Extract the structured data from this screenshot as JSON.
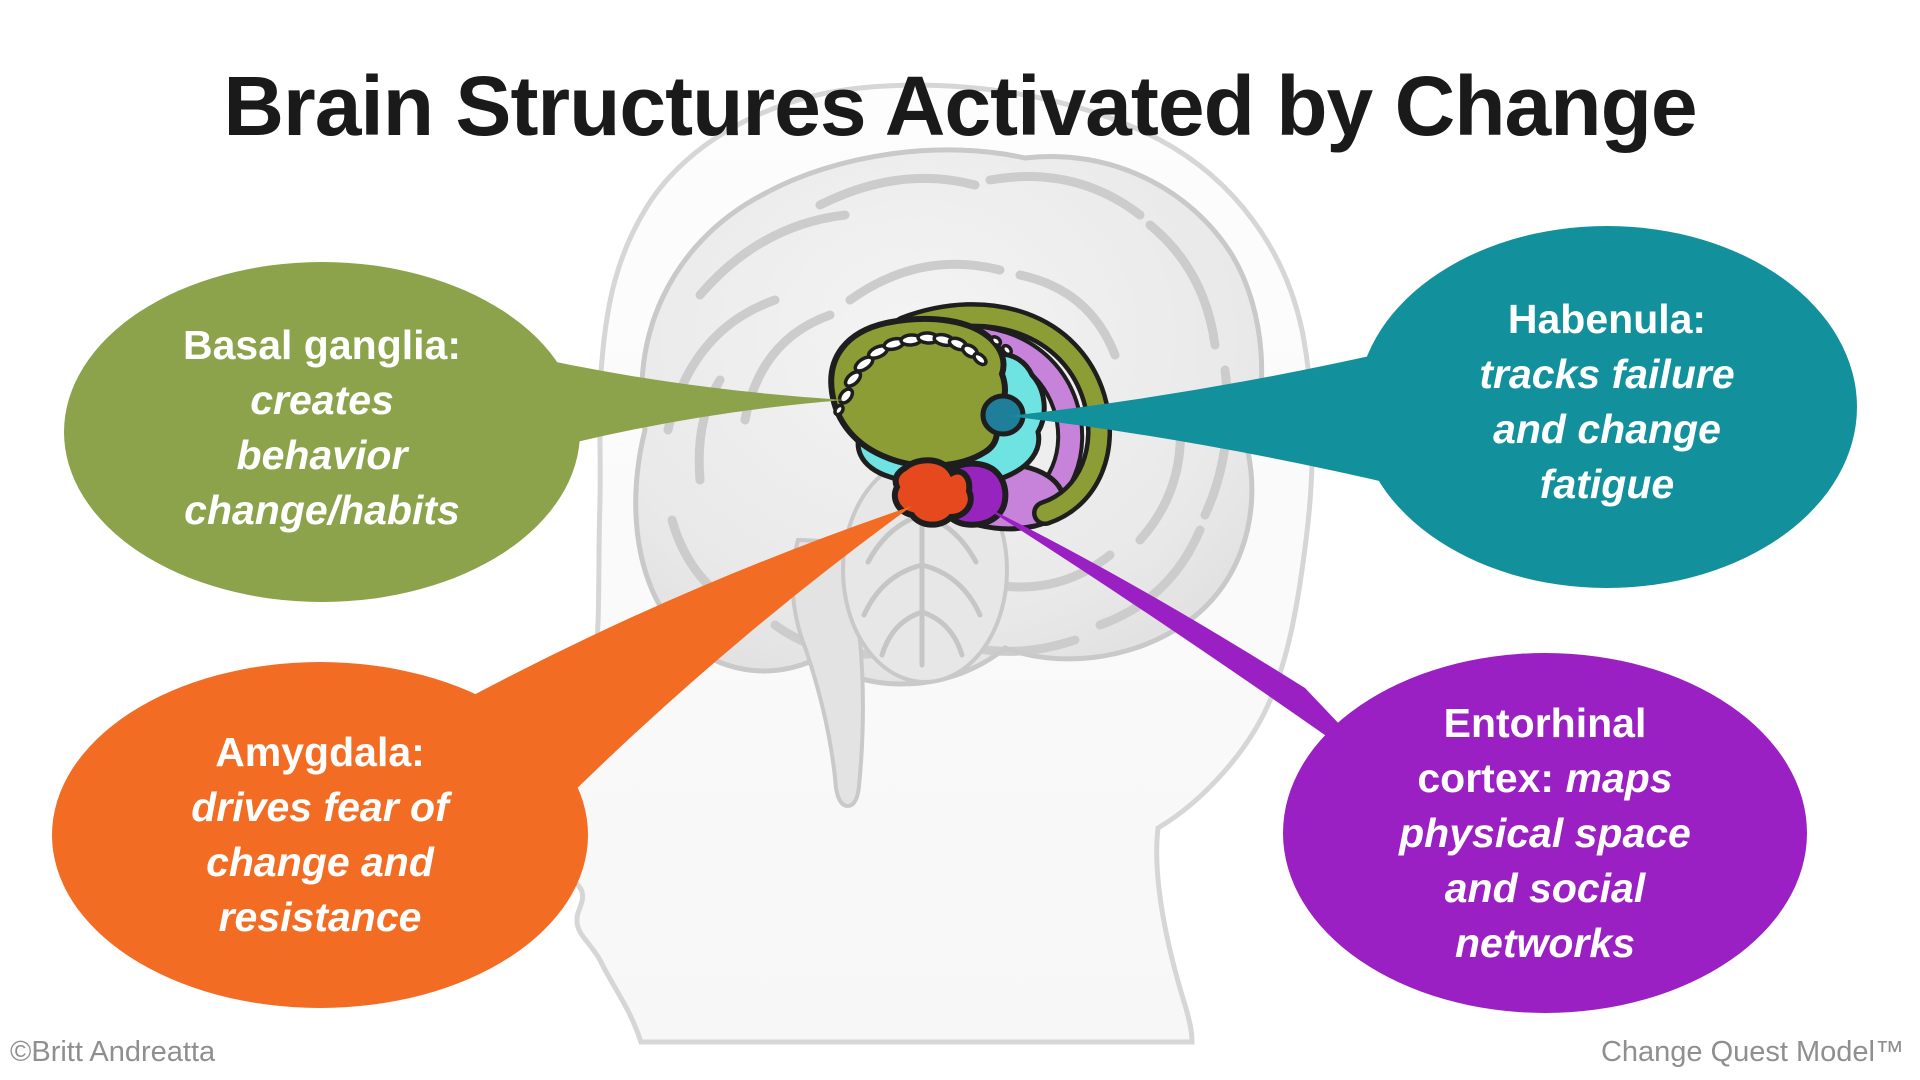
{
  "title": "Brain Structures Activated by Change",
  "credit_left": "©Britt Andreatta",
  "credit_right": "Change Quest Model™",
  "bubbles": {
    "basal_ganglia": {
      "heading": "Basal ganglia:",
      "lines": [
        "creates",
        "behavior",
        "change/habits"
      ],
      "color": "#8ca24b"
    },
    "habenula": {
      "heading": "Habenula:",
      "lines": [
        "tracks failure",
        "and change",
        "fatigue"
      ],
      "color": "#12909b"
    },
    "amygdala": {
      "heading": "Amygdala:",
      "lines": [
        "drives fear of",
        "change and",
        "resistance"
      ],
      "color": "#f36c23"
    },
    "entorhinal": {
      "heading_line1": "Entorhinal",
      "heading_line2": "cortex:",
      "heading_line2_desc": "maps",
      "lines": [
        "physical space",
        "and social",
        "networks"
      ],
      "color": "#9b20c3"
    }
  },
  "brain_structure_colors": {
    "basal_ganglia": "#8d9d35",
    "cyan_region": "#6fe2e2",
    "violet_region": "#c783d9",
    "habenula": "#1f7e99",
    "amygdala": "#e5491d",
    "entorhinal_cortex": "#9824be"
  }
}
